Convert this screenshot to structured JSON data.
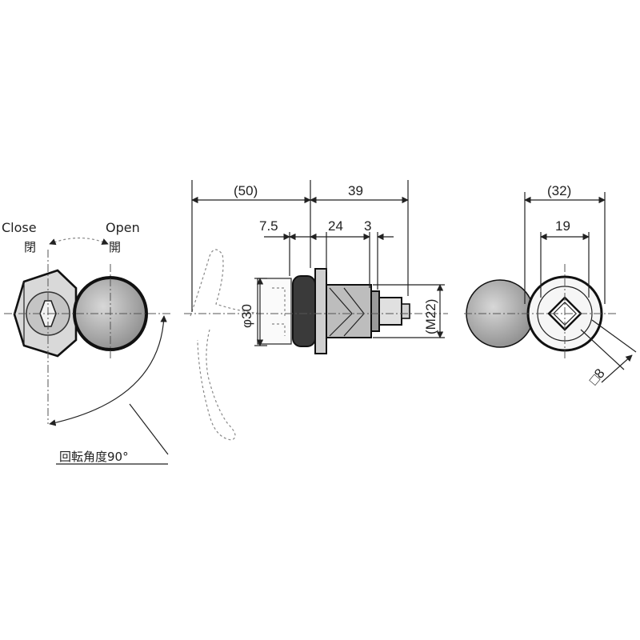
{
  "drawing": {
    "front_view": {
      "close_label": "Close",
      "close_jp": "閉",
      "open_label": "Open",
      "open_jp": "開",
      "rotation_label": "回転角度90°"
    },
    "side_view": {
      "dim_handle_reach": "(50)",
      "dim_body_length": "39",
      "dim_flange": "7.5",
      "dim_thread_length": "24",
      "dim_nut": "3",
      "dim_diameter": "φ30",
      "dim_thread": "(M22)"
    },
    "rear_view": {
      "dim_overall_width": "(32)",
      "dim_cam_width": "19",
      "dim_square": "□8"
    }
  }
}
